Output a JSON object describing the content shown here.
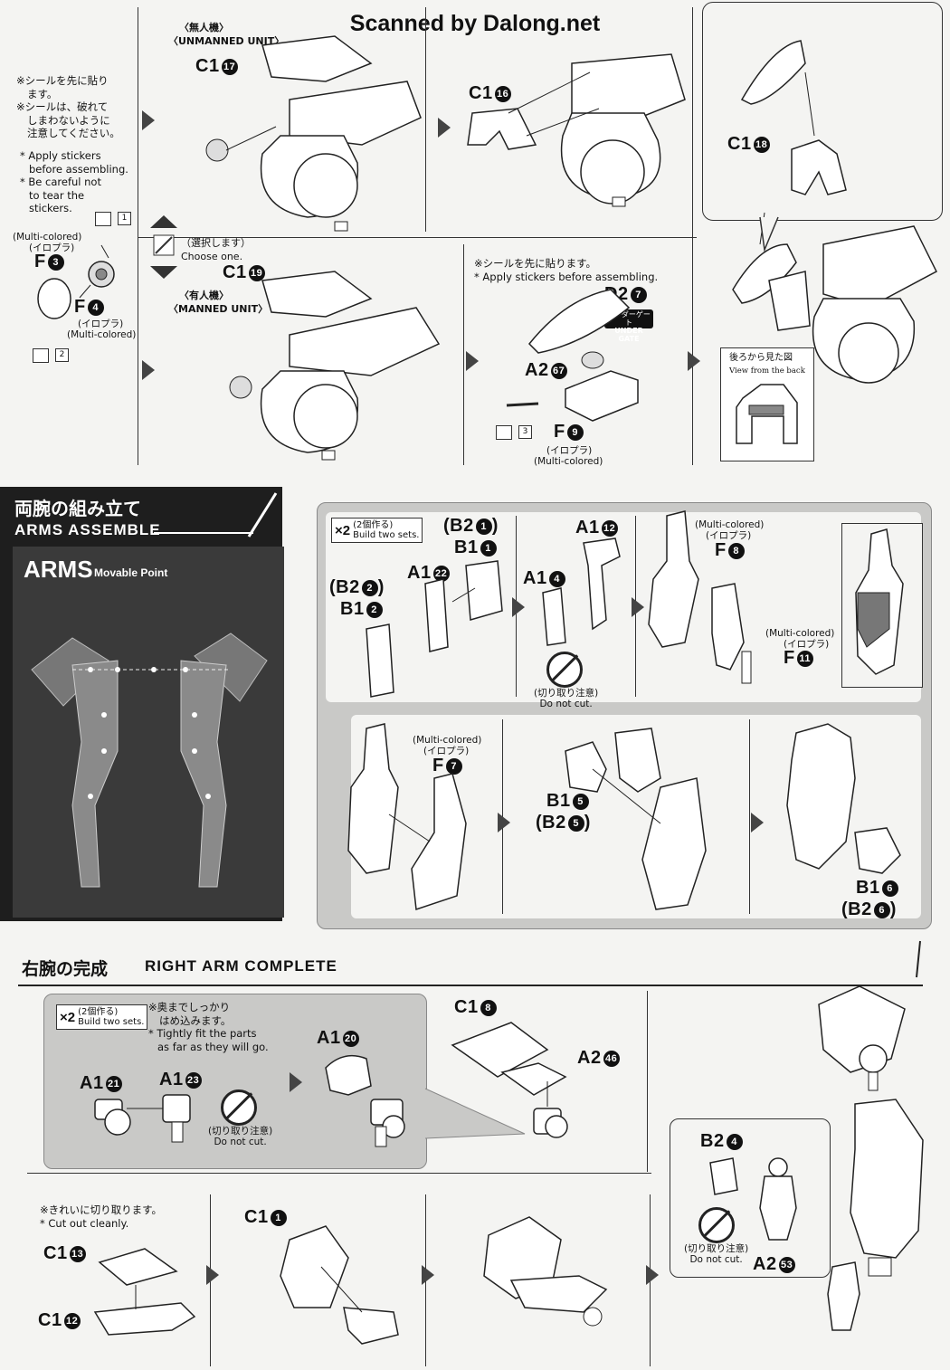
{
  "header": {
    "title": "Scanned by Dalong.net"
  },
  "top_section": {
    "unmanned_label_jp": "〈無人機〉",
    "unmanned_label_en": "〈UNMANNED UNIT〉",
    "manned_label_jp": "〈有人機〉",
    "manned_label_en": "〈MANNED UNIT〉",
    "choose_jp": "（選択します）",
    "choose_en": "Choose one.",
    "sticker_note_jp": [
      "※シールを先に貼り",
      "ます。",
      "※シールは、破れて",
      "しまわないように",
      "注意してください。"
    ],
    "sticker_note_en": [
      "* Apply stickers",
      "before assembling.",
      "* Be careful not",
      "to tear the",
      "stickers."
    ],
    "sticker_nums": [
      "1",
      "2",
      "3"
    ],
    "multi_colored_en": "(Multi-colored)",
    "multi_colored_jp": "(イロプラ)",
    "sticker_note2_jp": "※シールを先に貼ります。",
    "sticker_note2_en": "* Apply stickers before assembling.",
    "under_gate_jp": "アンダーゲート",
    "under_gate_en": "UNDER GATE",
    "view_back_jp": "後ろから見た図",
    "view_back_en": "View from the back",
    "parts": {
      "c1_17": {
        "id": "C1",
        "n": "17"
      },
      "c1_16": {
        "id": "C1",
        "n": "16"
      },
      "c1_18": {
        "id": "C1",
        "n": "18"
      },
      "c1_19": {
        "id": "C1",
        "n": "19"
      },
      "f_3": {
        "id": "F",
        "n": "3"
      },
      "f_4": {
        "id": "F",
        "n": "4"
      },
      "d2_7": {
        "id": "D2",
        "n": "7"
      },
      "a2_67": {
        "id": "A2",
        "n": "67"
      },
      "f_9": {
        "id": "F",
        "n": "9"
      }
    }
  },
  "arms_section": {
    "title_jp": "両腕の組み立て",
    "title_en": "ARMS ASSEMBLE",
    "photo_title": "ARMS",
    "photo_subtitle": "Movable Point",
    "x2_label": "×2",
    "build_two_jp": "(2個作る)",
    "build_two_en": "Build two sets.",
    "do_not_cut_jp": "(切り取り注意)",
    "do_not_cut_en": "Do not cut.",
    "multi_colored_en": "(Multi-colored)",
    "multi_colored_jp": "(イロプラ)",
    "parts": {
      "b2_1": {
        "id": "(B2",
        "n": "1",
        "suffix": ")"
      },
      "b1_1": {
        "id": "B1",
        "n": "1"
      },
      "b2_2": {
        "id": "(B2",
        "n": "2",
        "suffix": ")"
      },
      "b1_2": {
        "id": "B1",
        "n": "2"
      },
      "a1_22": {
        "id": "A1",
        "n": "22"
      },
      "a1_12": {
        "id": "A1",
        "n": "12"
      },
      "a1_4": {
        "id": "A1",
        "n": "4"
      },
      "f_8": {
        "id": "F",
        "n": "8"
      },
      "f_11": {
        "id": "F",
        "n": "11"
      },
      "f_7": {
        "id": "F",
        "n": "7"
      },
      "b1_5": {
        "id": "B1",
        "n": "5"
      },
      "b2_5": {
        "id": "(B2",
        "n": "5",
        "suffix": ")"
      },
      "b1_6": {
        "id": "B1",
        "n": "6"
      },
      "b2_6": {
        "id": "(B2",
        "n": "6",
        "suffix": ")"
      }
    }
  },
  "right_arm_section": {
    "title_jp": "右腕の完成",
    "title_en": "RIGHT ARM COMPLETE",
    "x2_label": "×2",
    "build_two_jp": "(2個作る)",
    "build_two_en": "Build two sets.",
    "fit_note_jp": [
      "※奥までしっかり",
      "はめ込みます。"
    ],
    "fit_note_en": [
      "* Tightly fit the parts",
      "as far as they will go."
    ],
    "do_not_cut_jp": "(切り取り注意)",
    "do_not_cut_en": "Do not cut.",
    "cut_clean_jp": "※きれいに切り取ります。",
    "cut_clean_en": "* Cut out cleanly.",
    "parts": {
      "a1_21": {
        "id": "A1",
        "n": "21"
      },
      "a1_23": {
        "id": "A1",
        "n": "23"
      },
      "a1_20": {
        "id": "A1",
        "n": "20"
      },
      "c1_8": {
        "id": "C1",
        "n": "8"
      },
      "a2_46": {
        "id": "A2",
        "n": "46"
      },
      "b2_4": {
        "id": "B2",
        "n": "4"
      },
      "a2_53": {
        "id": "A2",
        "n": "53"
      },
      "c1_13": {
        "id": "C1",
        "n": "13"
      },
      "c1_12": {
        "id": "C1",
        "n": "12"
      },
      "c1_1": {
        "id": "C1",
        "n": "1"
      }
    }
  }
}
